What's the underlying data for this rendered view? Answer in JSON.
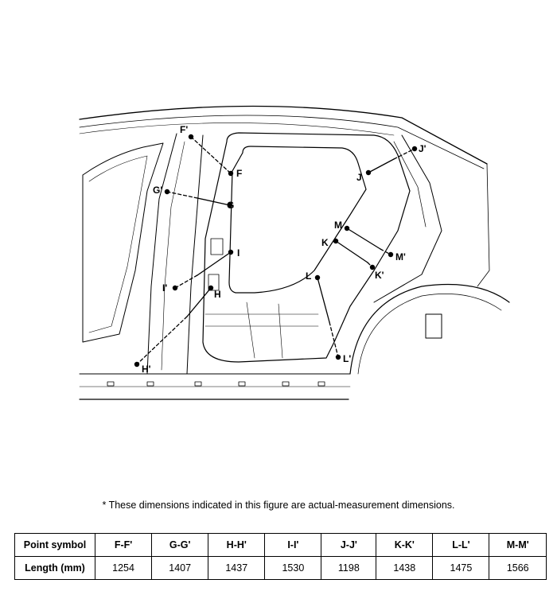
{
  "diagram": {
    "labels": {
      "f_prime": "F'",
      "f": "F",
      "g_prime": "G'",
      "g": "G",
      "h_prime": "H'",
      "h": "H",
      "i_prime": "I'",
      "i": "I",
      "j_prime": "J'",
      "j": "J",
      "k_prime": "K'",
      "k": "K",
      "l_prime": "L'",
      "l": "L",
      "m_prime": "M'",
      "m": "M"
    }
  },
  "note": "*  These dimensions indicated in this figure are actual-measurement dimensions.",
  "table": {
    "row_header_1": "Point symbol",
    "row_header_2": "Length (mm)",
    "columns": [
      {
        "symbol": "F-F'",
        "length": "1254"
      },
      {
        "symbol": "G-G'",
        "length": "1407"
      },
      {
        "symbol": "H-H'",
        "length": "1437"
      },
      {
        "symbol": "I-I'",
        "length": "1530"
      },
      {
        "symbol": "J-J'",
        "length": "1198"
      },
      {
        "symbol": "K-K'",
        "length": "1438"
      },
      {
        "symbol": "L-L'",
        "length": "1475"
      },
      {
        "symbol": "M-M'",
        "length": "1566"
      }
    ]
  }
}
